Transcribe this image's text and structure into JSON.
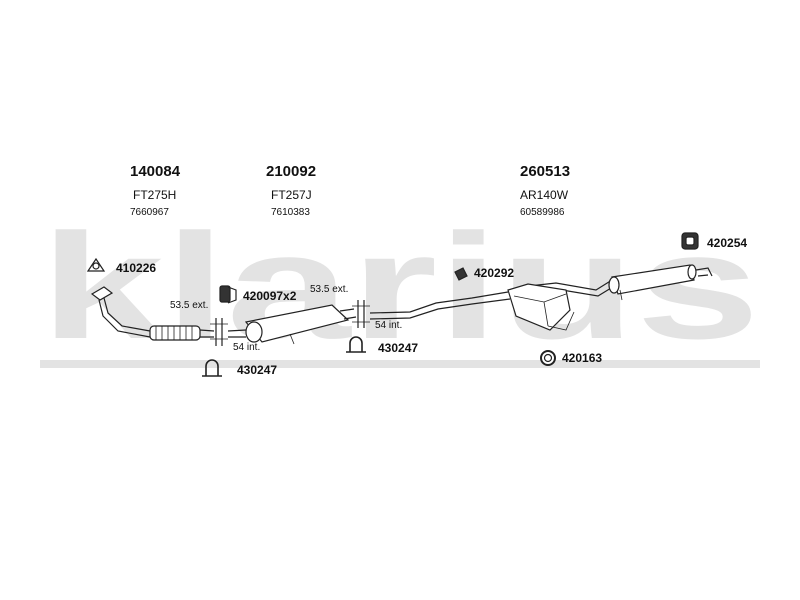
{
  "watermark": {
    "text": "klarius"
  },
  "sections": [
    {
      "part_no": "140084",
      "code": "FT275H",
      "oem": "7660967"
    },
    {
      "part_no": "210092",
      "code": "FT257J",
      "oem": "7610383"
    },
    {
      "part_no": "260513",
      "code": "AR140W",
      "oem": "60589986"
    }
  ],
  "components": {
    "gasket_top": {
      "part": "410226"
    },
    "clamp_pair": {
      "part": "420097x2"
    },
    "mount_right": {
      "part": "420254"
    },
    "mount_mid": {
      "part": "420292"
    },
    "ring": {
      "part": "420163"
    },
    "clamp_left": {
      "part": "430247"
    },
    "clamp_mid": {
      "part": "430247"
    }
  },
  "joints": {
    "j1_ext": "53.5 ext.",
    "j1_int": "54 int.",
    "j2_ext": "53.5 ext.",
    "j2_int": "54 int."
  },
  "colors": {
    "line": "#222222",
    "watermark": "#e3e3e3"
  }
}
